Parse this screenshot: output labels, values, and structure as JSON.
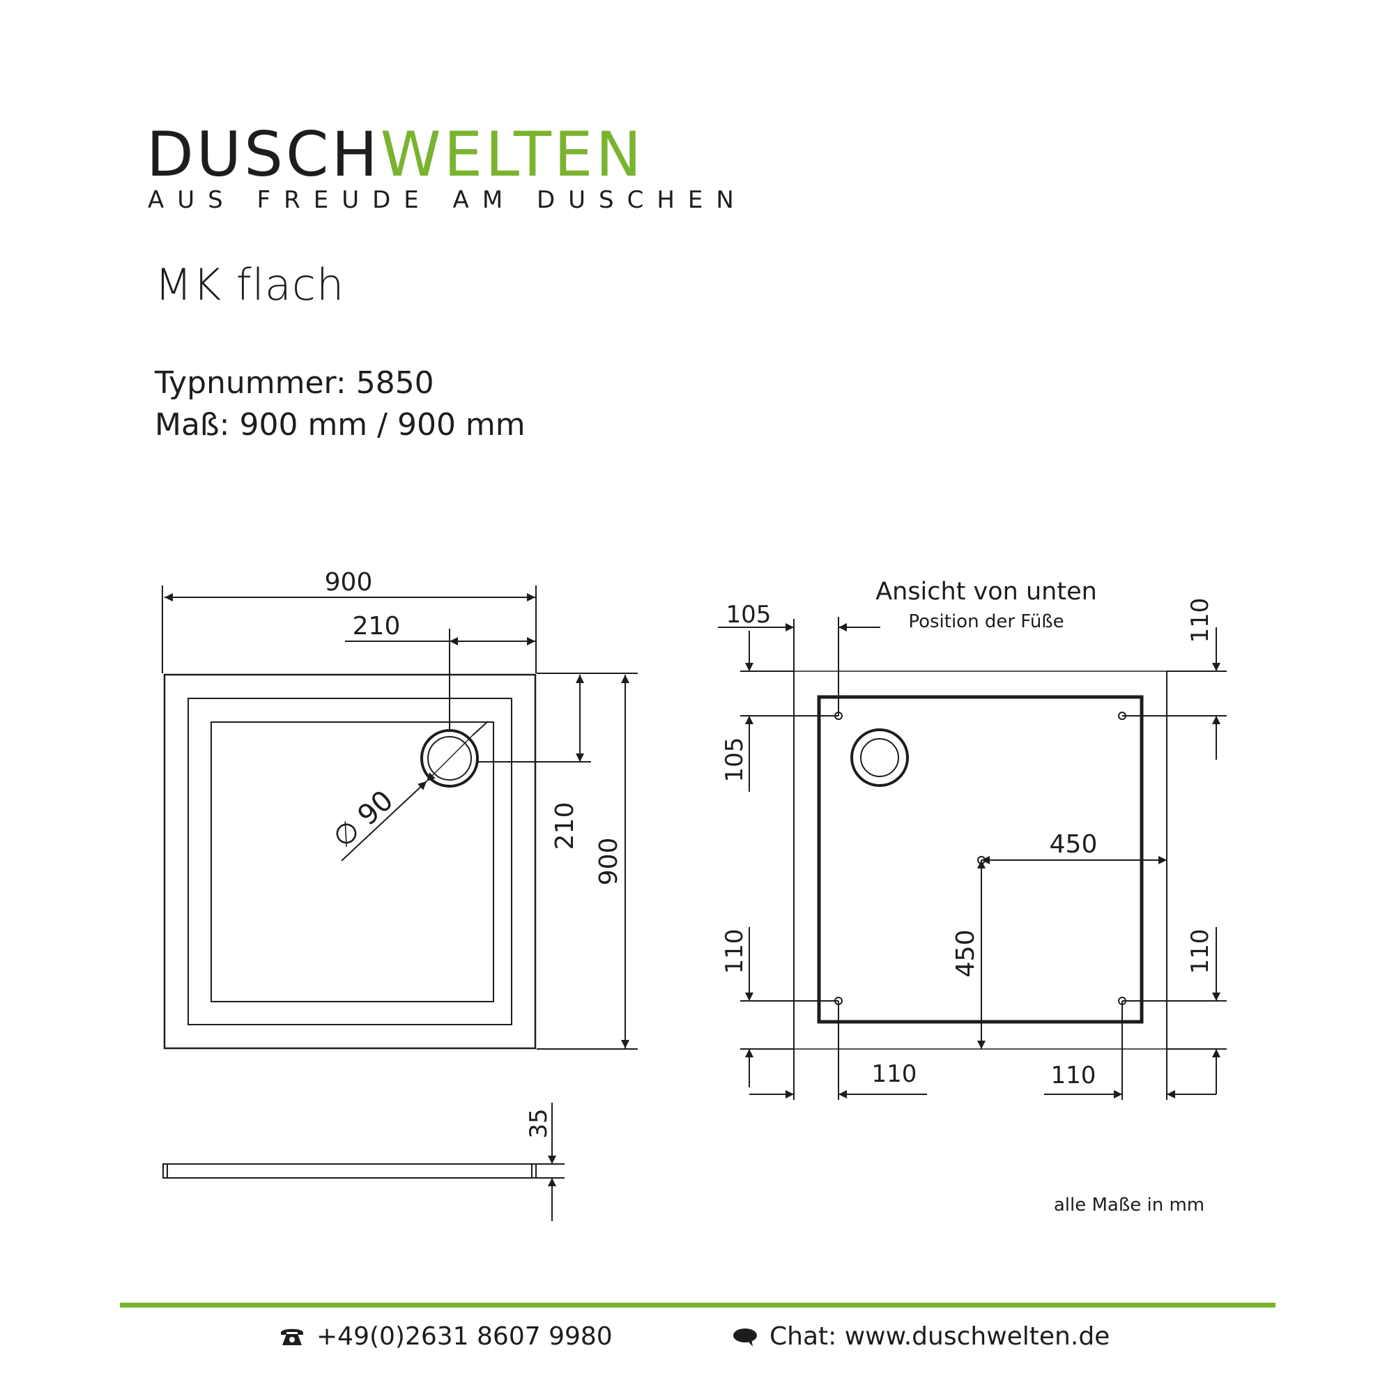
{
  "colors": {
    "green": "#7ab32e",
    "dark": "#1d1d1b",
    "line": "#1d1d1b"
  },
  "brand": {
    "name_dark": "DUSCH",
    "name_green": "WELTEN",
    "tagline": "AUS FREUDE AM DUSCHEN"
  },
  "product": {
    "name": "MK flach",
    "type_label": "Typnummer:",
    "type_value": "5850",
    "size_label": "Maß:",
    "size_value": "900 mm / 900 mm"
  },
  "top_view": {
    "width": "900",
    "drain_offset_x": "210",
    "drain_offset_y": "210",
    "height": "900",
    "drain_diameter": "∅ 90",
    "thickness": "35"
  },
  "bottom_view": {
    "title": "Ansicht von unten",
    "subtitle": "Position der Füße",
    "left_offset": "105",
    "top_right": "110",
    "left_upper": "105",
    "center_x": "450",
    "center_y": "450",
    "left_lower": "110",
    "right_lower": "110",
    "bottom_left": "110",
    "bottom_right": "110"
  },
  "note": "alle Maße in mm",
  "footer": {
    "phone_icon": "phone-icon",
    "phone": "+49(0)2631 8607 9980",
    "chat_icon": "chat-bubble-icon",
    "chat": "Chat: www.duschwelten.de"
  }
}
